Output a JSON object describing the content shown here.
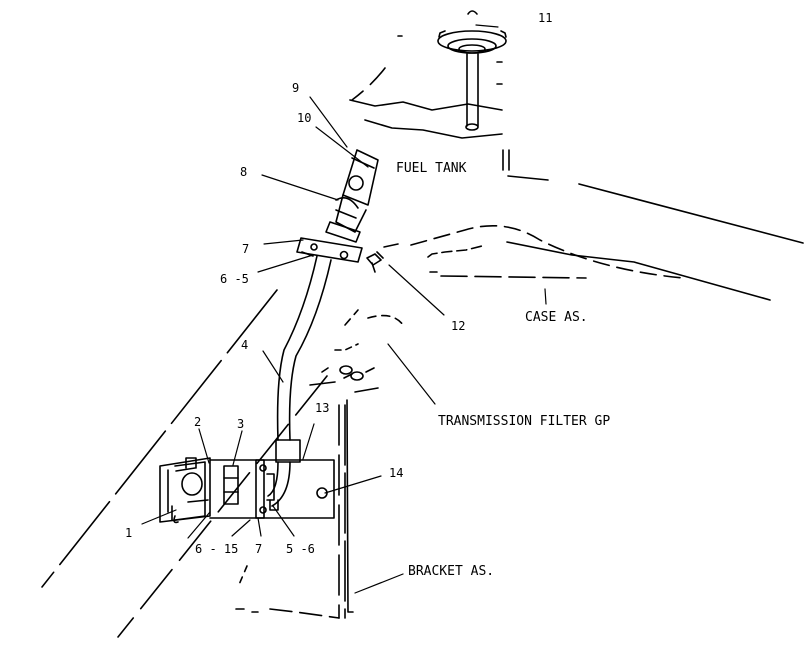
{
  "labels": {
    "fuel_tank": "FUEL TANK",
    "case_as": "CASE AS.",
    "transmission_filter_gp": "TRANSMISSION FILTER GP",
    "bracket_as": "BRACKET AS."
  },
  "callouts": {
    "c1": "1",
    "c2": "2",
    "c3": "3",
    "c4": "4",
    "c5_6": "5 -6",
    "c6_5": "6 -5",
    "c6_15": "6 - 15",
    "c7_top": "7",
    "c7_bottom": "7",
    "c8": "8",
    "c9": "9",
    "c10": "10",
    "c11": "11",
    "c12": "12",
    "c13": "13",
    "c14": "14"
  }
}
